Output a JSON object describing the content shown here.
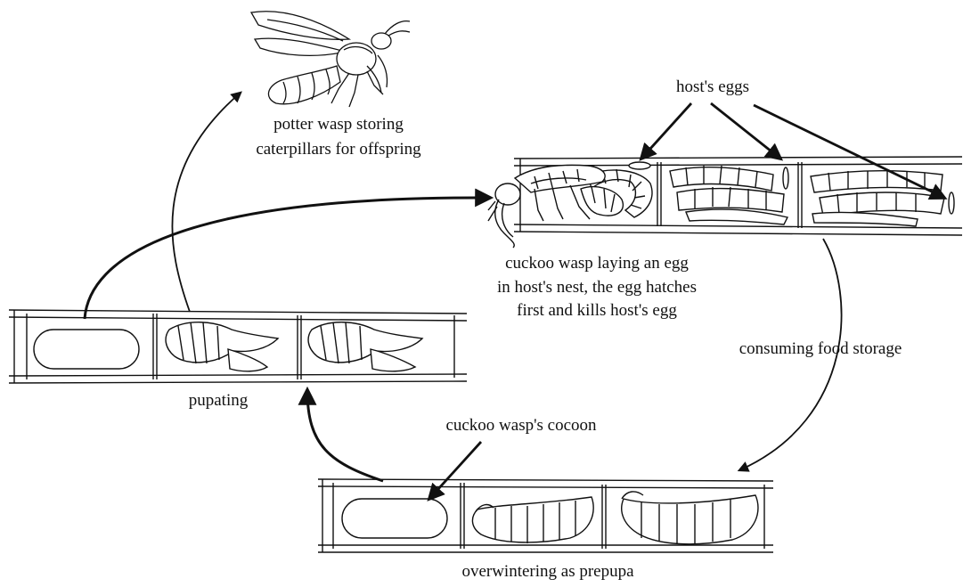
{
  "labels": {
    "potter_wasp": [
      "potter wasp storing",
      "caterpillars for offspring"
    ],
    "hosts_eggs": "host's eggs",
    "cuckoo_laying": [
      "cuckoo wasp laying an egg",
      "in host's nest, the egg hatches",
      "first and kills host's egg"
    ],
    "consuming": "consuming food storage",
    "pupating": "pupating",
    "cocoon": "cuckoo wasp's cocoon",
    "overwintering": "overwintering as prepupa"
  },
  "colors": {
    "line": "#111111",
    "background": "#ffffff"
  }
}
